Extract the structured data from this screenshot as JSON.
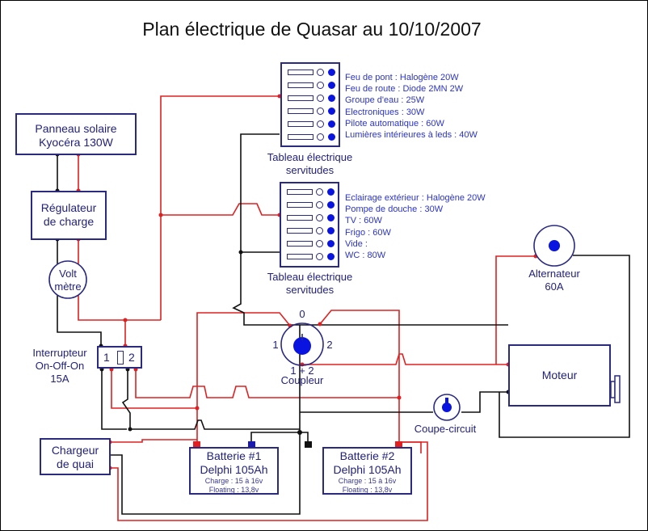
{
  "title": "Plan électrique de Quasar au 10/10/2007",
  "colors": {
    "positive_wire": "#e02020",
    "negative_wire": "#111111",
    "component_outline": "#2a2a80",
    "component_text": "#22227a",
    "indicator_blue": "#0a14e0"
  },
  "components": {
    "solar_panel": {
      "line1": "Panneau solaire",
      "line2": "Kyocéra 130W"
    },
    "regulator": {
      "line1": "Régulateur",
      "line2": "de charge"
    },
    "voltmeter": {
      "line1": "Volt",
      "line2": "mètre"
    },
    "switch": {
      "label_line1": "Interrupteur",
      "label_line2": "On-Off-On",
      "label_line3": "15A",
      "pos1": "1",
      "pos2": "2"
    },
    "shore_charger": {
      "line1": "Chargeur",
      "line2": "de quai"
    },
    "battery1": {
      "name": "Batterie #1",
      "model": "Delphi 105Ah",
      "charge": "Charge  : 15 à 16v",
      "floating": "Floating  : 13,8v"
    },
    "battery2": {
      "name": "Batterie #2",
      "model": "Delphi 105Ah",
      "charge": "Charge  : 15 à 16v",
      "floating": "Floating  : 13,8v"
    },
    "coupler": {
      "label": "Coupleur",
      "pos0": "0",
      "pos1": "1",
      "pos2": "2",
      "pos12": "1 + 2"
    },
    "alternator": {
      "line1": "Alternateur",
      "line2": "60A"
    },
    "engine": {
      "label": "Moteur"
    },
    "circuit_breaker": {
      "label": "Coupe-circuit"
    }
  },
  "panels": [
    {
      "caption_line1": "Tableau électrique",
      "caption_line2": "servitudes",
      "loads": [
        "Feu de pont : Halogène 20W",
        "Feu de route : Diode 2MN 2W",
        "Groupe d'eau : 25W",
        "Electroniques : 30W",
        "Pilote automatique : 60W",
        "Lumières intérieures à leds : 40W"
      ]
    },
    {
      "caption_line1": "Tableau électrique",
      "caption_line2": "servitudes",
      "loads": [
        "Eclairage extérieur : Halogène 20W",
        "Pompe de douche : 30W",
        "TV : 60W",
        "Frigo : 60W",
        "Vide :",
        "WC : 80W"
      ]
    }
  ]
}
